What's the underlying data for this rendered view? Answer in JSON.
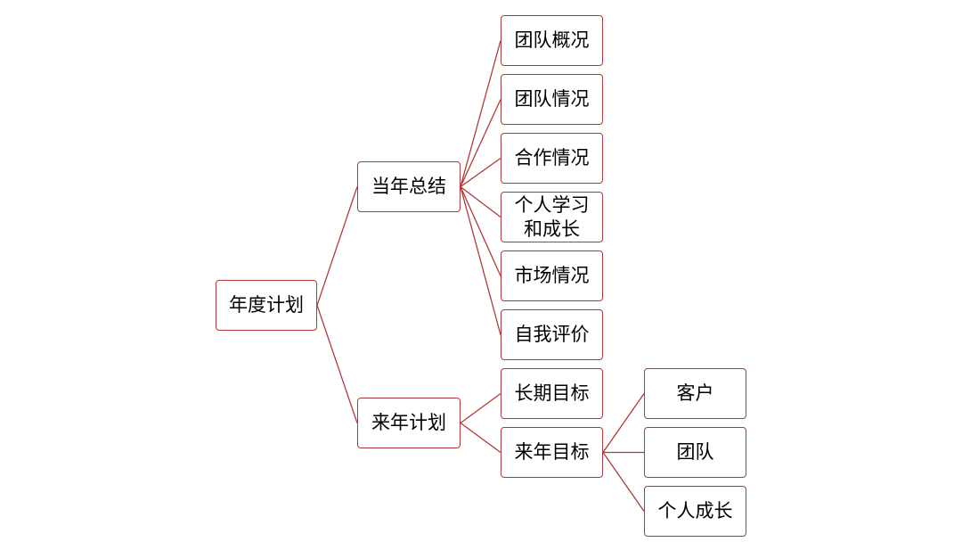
{
  "diagram": {
    "line_color": "#b03a3a",
    "root": {
      "label": "年度计划"
    },
    "summary": {
      "label": "当年总结",
      "items": [
        "团队概况",
        "团队情况",
        "合作情况",
        "个人学习\n和成长",
        "市场情况",
        "自我评价"
      ]
    },
    "plan": {
      "label": "来年计划",
      "long_term": "长期目标",
      "next_year": {
        "label": "来年目标",
        "items": [
          "客户",
          "团队",
          "个人成长"
        ]
      }
    }
  }
}
